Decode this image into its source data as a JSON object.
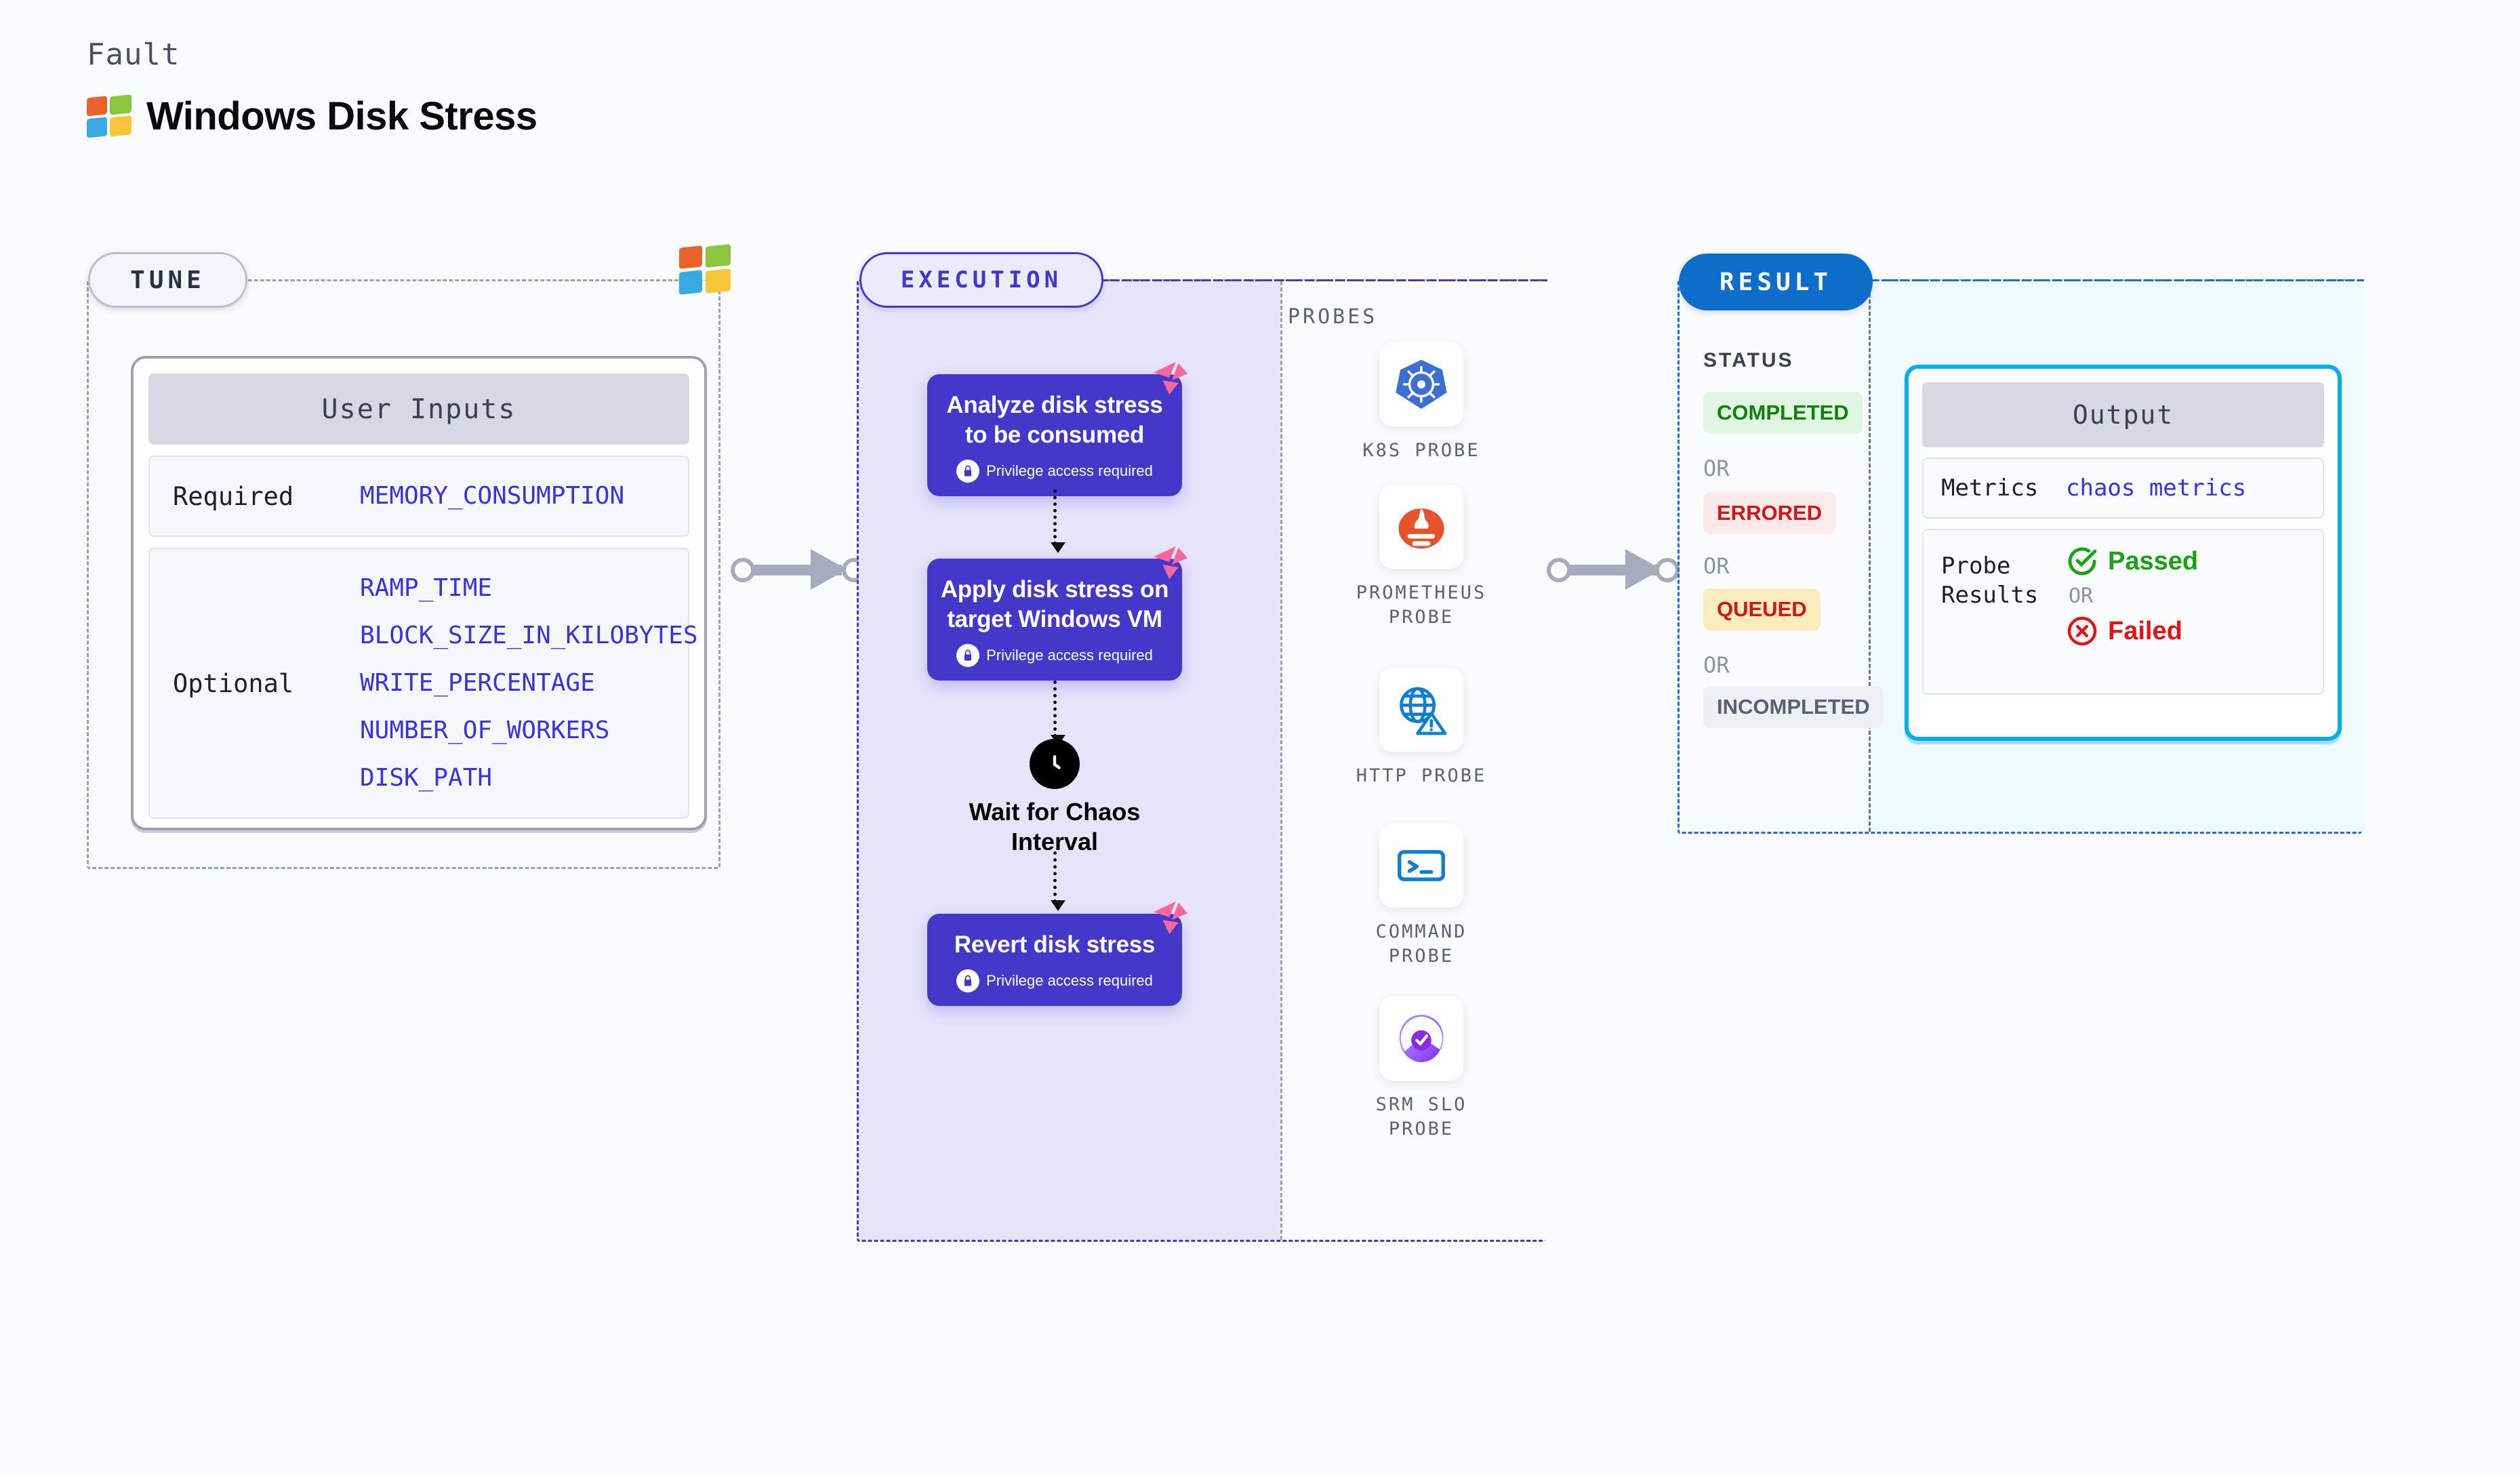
{
  "header": {
    "eyebrow": "Fault",
    "title": "Windows Disk Stress",
    "logo_icon": "windows-logo-icon"
  },
  "stages": {
    "tune": {
      "label": "TUNE"
    },
    "execution": {
      "label": "EXECUTION"
    },
    "result": {
      "label": "RESULT"
    }
  },
  "tune": {
    "card_title": "User Inputs",
    "required_label": "Required",
    "required_values": [
      "MEMORY_CONSUMPTION"
    ],
    "optional_label": "Optional",
    "optional_values": [
      "RAMP_TIME",
      "BLOCK_SIZE_IN_KILOBYTES",
      "WRITE_PERCENTAGE",
      "NUMBER_OF_WORKERS",
      "DISK_PATH"
    ]
  },
  "execution": {
    "nodes": [
      {
        "title": "Analyze disk stress to be consumed",
        "privilege": "Privilege access required",
        "badge_icon": "litmus-chaos-icon",
        "lock_icon": "lock-icon"
      },
      {
        "title": "Apply disk stress on target Windows VM",
        "privilege": "Privilege access required",
        "badge_icon": "litmus-chaos-icon",
        "lock_icon": "lock-icon"
      },
      {
        "title": "Revert disk stress",
        "privilege": "Privilege access required",
        "badge_icon": "litmus-chaos-icon",
        "lock_icon": "lock-icon"
      }
    ],
    "wait": {
      "label": "Wait for Chaos Interval",
      "icon": "clock-icon"
    },
    "probes_title": "PROBES",
    "probes": [
      {
        "name": "K8S PROBE",
        "icon": "kubernetes-icon"
      },
      {
        "name": "PROMETHEUS PROBE",
        "icon": "prometheus-icon"
      },
      {
        "name": "HTTP PROBE",
        "icon": "http-globe-warning-icon"
      },
      {
        "name": "COMMAND PROBE",
        "icon": "terminal-icon"
      },
      {
        "name": "SRM SLO PROBE",
        "icon": "srm-slo-icon"
      }
    ]
  },
  "result": {
    "status_title": "STATUS",
    "or_label": "OR",
    "statuses": [
      {
        "label": "COMPLETED",
        "bg": "#e0f6e0",
        "fg": "#118011"
      },
      {
        "label": "ERRORED",
        "bg": "#fdeaea",
        "fg": "#cf1717"
      },
      {
        "label": "QUEUED",
        "bg": "#fbecbe",
        "fg": "#cf1717"
      },
      {
        "label": "INCOMPLETED",
        "bg": "#eff0f5",
        "fg": "#5a6073"
      }
    ],
    "output": {
      "title": "Output",
      "metrics_label": "Metrics",
      "metrics_value": "chaos metrics",
      "probe_results_label": "Probe Results",
      "passed_label": "Passed",
      "failed_label": "Failed",
      "or_label": "OR",
      "passed_icon": "check-circle-icon",
      "failed_icon": "x-circle-icon"
    }
  },
  "colors": {
    "execution_accent": "#4338ca",
    "result_accent": "#0d6ec9",
    "output_border": "#00aeef",
    "litmus_pink": "#f9679c",
    "mono_value": "#3a32dd"
  }
}
